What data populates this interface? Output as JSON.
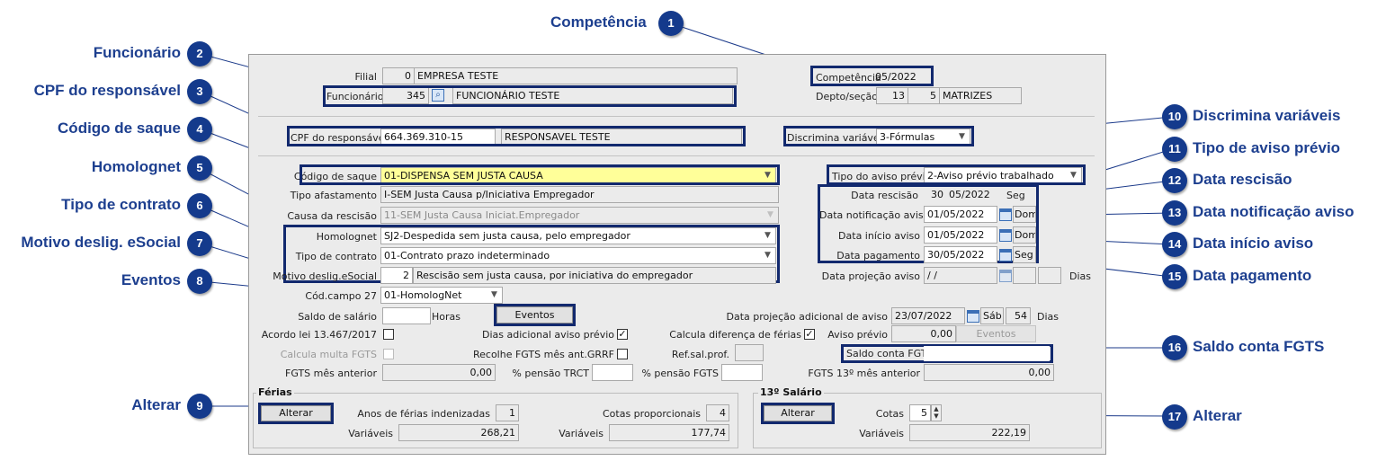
{
  "callouts": {
    "c1": {
      "num": "1",
      "label": "Competência"
    },
    "c2": {
      "num": "2",
      "label": "Funcionário"
    },
    "c3": {
      "num": "3",
      "label": "CPF do responsável"
    },
    "c4": {
      "num": "4",
      "label": "Código de saque"
    },
    "c5": {
      "num": "5",
      "label": "Homolognet"
    },
    "c6": {
      "num": "6",
      "label": "Tipo de contrato"
    },
    "c7": {
      "num": "7",
      "label": "Motivo deslig. eSocial"
    },
    "c8": {
      "num": "8",
      "label": "Eventos"
    },
    "c9": {
      "num": "9",
      "label": "Alterar"
    },
    "c10": {
      "num": "10",
      "label": "Discrimina variáveis"
    },
    "c11": {
      "num": "11",
      "label": "Tipo de aviso prévio"
    },
    "c12": {
      "num": "12",
      "label": "Data rescisão"
    },
    "c13": {
      "num": "13",
      "label": "Data notificação aviso"
    },
    "c14": {
      "num": "14",
      "label": "Data início aviso"
    },
    "c15": {
      "num": "15",
      "label": "Data pagamento"
    },
    "c16": {
      "num": "16",
      "label": "Saldo conta FGTS"
    },
    "c17": {
      "num": "17",
      "label": "Alterar"
    }
  },
  "form": {
    "filial": {
      "label": "Filial",
      "code": "0",
      "name": "EMPRESA TESTE"
    },
    "funcionario": {
      "label": "Funcionário",
      "code": "345",
      "name": "FUNCIONÁRIO TESTE"
    },
    "competencia": {
      "label": "Competência",
      "value": "05/2022"
    },
    "depto": {
      "label": "Depto/seção",
      "code1": "13",
      "code2": "5",
      "name": "MATRIZES"
    },
    "cpf": {
      "label": "CPF do responsável",
      "value": "664.369.310-15",
      "name": "RESPONSAVEL TESTE"
    },
    "discrimina": {
      "label": "Discrimina variáveis",
      "value": "3-Fórmulas"
    },
    "codigo_saque": {
      "label": "Código de saque",
      "value": "01-DISPENSA SEM JUSTA CAUSA"
    },
    "tipo_afastamento": {
      "label": "Tipo afastamento",
      "value": "I-SEM Justa Causa p/Iniciativa Empregador"
    },
    "causa_rescisao": {
      "label": "Causa da rescisão",
      "value": "11-SEM Justa Causa Iniciat.Empregador"
    },
    "homolognet": {
      "label": "Homolognet",
      "value": "SJ2-Despedida sem justa causa, pelo empregador"
    },
    "tipo_contrato": {
      "label": "Tipo de contrato",
      "value": "01-Contrato prazo indeterminado"
    },
    "motivo_esocial": {
      "label": "Motivo deslig.eSocial",
      "code": "2",
      "value": "Rescisão sem justa causa, por iniciativa do empregador"
    },
    "cod_campo": {
      "label": "Cód.campo 27",
      "value": "01-HomologNet"
    },
    "saldo_salario": {
      "label": "Saldo de salário",
      "value": "",
      "unit": "Horas"
    },
    "eventos_button": "Eventos",
    "acordo": {
      "label": "Acordo lei 13.467/2017",
      "checked": ""
    },
    "dias_adicional": {
      "label": "Dias adicional aviso prévio",
      "checked": "✓"
    },
    "calcula_diferenca": {
      "label": "Calcula diferença de férias",
      "checked": "✓"
    },
    "calcula_multa": {
      "label": "Calcula multa FGTS",
      "checked": ""
    },
    "recolhe_fgts": {
      "label": "Recolhe FGTS mês ant.GRRF",
      "checked": ""
    },
    "ref_sal": {
      "label": "Ref.sal.prof.",
      "value": ""
    },
    "fgts_mes_anterior": {
      "label": "FGTS mês anterior",
      "value": "0,00"
    },
    "pensao_trct": {
      "label": "% pensão TRCT",
      "value": ""
    },
    "pensao_fgts": {
      "label": "% pensão FGTS",
      "value": ""
    },
    "tipo_aviso": {
      "label": "Tipo do aviso prévio",
      "value": "2-Aviso prévio trabalhado"
    },
    "data_rescisao": {
      "label": "Data rescisão",
      "day": "30",
      "date": "05/2022",
      "weekday": "Seg"
    },
    "data_notificacao": {
      "label": "Data notificação aviso",
      "date": "01/05/2022",
      "weekday": "Dom"
    },
    "data_inicio": {
      "label": "Data início aviso",
      "date": "01/05/2022",
      "weekday": "Dom"
    },
    "data_pagamento": {
      "label": "Data pagamento",
      "date": "30/05/2022",
      "weekday": "Seg"
    },
    "data_projecao": {
      "label": "Data projeção aviso",
      "date": " / /",
      "unit": "Dias"
    },
    "projecao_adicional": {
      "label": "Data projeção adicional de aviso",
      "date": "23/07/2022",
      "weekday": "Sáb",
      "days": "54",
      "unit": "Dias"
    },
    "aviso_previo": {
      "label": "Aviso prévio",
      "value": "0,00",
      "button": "Eventos"
    },
    "saldo_fgts": {
      "label": "Saldo conta FGTS",
      "value": ""
    },
    "fgts_13": {
      "label": "FGTS 13º mês anterior",
      "value": "0,00"
    },
    "ferias": {
      "title": "Férias",
      "alterar": "Alterar",
      "anos_label": "Anos de férias indenizadas",
      "anos_value": "1",
      "cotas_label": "Cotas proporcionais",
      "cotas_value": "4",
      "variaveis_label": "Variáveis",
      "variaveis_value": "268,21",
      "variaveis2_label": "Variáveis",
      "variaveis2_value": "177,74"
    },
    "decimo": {
      "title": "13º Salário",
      "alterar": "Alterar",
      "cotas_label": "Cotas",
      "cotas_value": "5",
      "variaveis_label": "Variáveis",
      "variaveis_value": "222,19"
    }
  }
}
